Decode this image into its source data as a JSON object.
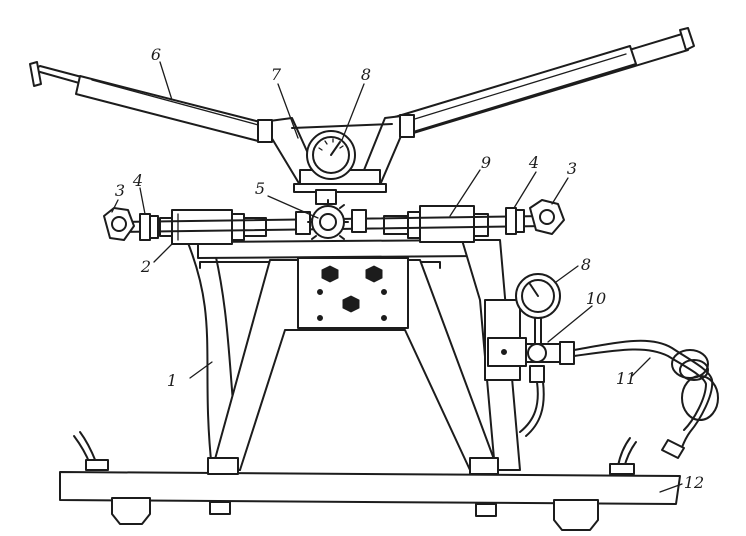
{
  "labels": [
    {
      "id": "frame",
      "text": "1"
    },
    {
      "id": "hydraulic-cylinder",
      "text": "2"
    },
    {
      "id": "end-nut-left",
      "text": "3"
    },
    {
      "id": "end-nut-right",
      "text": "3"
    },
    {
      "id": "lock-nut-left",
      "text": "4"
    },
    {
      "id": "lock-nut-right",
      "text": "4"
    },
    {
      "id": "valve",
      "text": "5"
    },
    {
      "id": "pump-lever",
      "text": "6"
    },
    {
      "id": "pump-head",
      "text": "7"
    },
    {
      "id": "pressure-gauge-top",
      "text": "8"
    },
    {
      "id": "pressure-gauge-side",
      "text": "8"
    },
    {
      "id": "rod",
      "text": "9"
    },
    {
      "id": "side-valve",
      "text": "10"
    },
    {
      "id": "hose",
      "text": "11"
    },
    {
      "id": "base-beam",
      "text": "12"
    }
  ]
}
